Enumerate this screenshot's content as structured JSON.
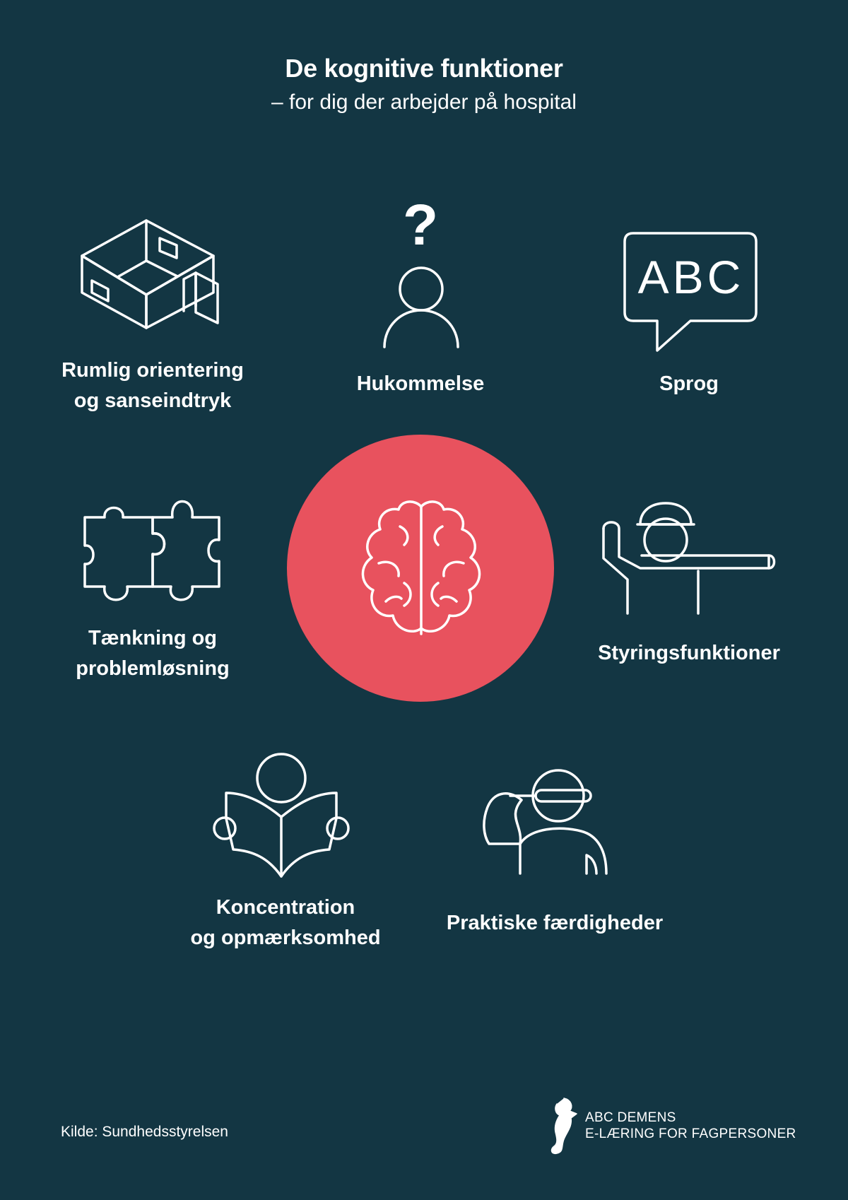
{
  "header": {
    "title": "De kognitive funktioner",
    "subtitle": "– for dig der arbejder på hospital"
  },
  "nodes": {
    "spatial": {
      "line1": "Rumlig orientering",
      "line2": "og sanseindtryk",
      "icon": "room-box-icon"
    },
    "memory": {
      "label": "Hukommelse",
      "icon": "person-question-icon"
    },
    "language": {
      "label": "Sprog",
      "icon_text": "ABC",
      "icon": "speech-bubble-icon"
    },
    "thinking": {
      "line1": "Tænkning og",
      "line2": "problemløsning",
      "icon": "puzzle-icon"
    },
    "executive": {
      "label": "Styringsfunktioner",
      "icon": "traffic-police-icon"
    },
    "attention": {
      "line1": "Koncentration",
      "line2": "og opmærksomhed",
      "icon": "person-reading-icon"
    },
    "practical": {
      "label": "Praktiske færdigheder",
      "icon": "person-brushing-teeth-icon"
    }
  },
  "center": {
    "icon": "brain-icon",
    "color": "#e8525e"
  },
  "footer": {
    "source": "Kilde: Sundhedsstyrelsen",
    "brand_line1": "ABC DEMENS",
    "brand_line2": "E-LÆRING FOR FAGPERSONER",
    "logo_icon": "seahorse-icon"
  },
  "colors": {
    "background": "#133643",
    "accent": "#e8525e",
    "foreground": "#ffffff"
  }
}
